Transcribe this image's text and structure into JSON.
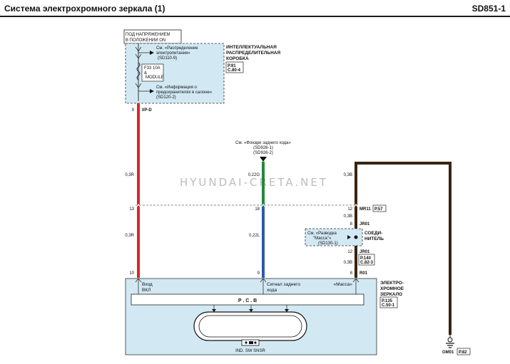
{
  "header": {
    "title": "Система электрохромного зеркала (1)",
    "code": "SD851-1"
  },
  "power_label": [
    "ПОД НАПРЯЖЕНИЕМ",
    "В ПОЛОЖЕНИИ ON"
  ],
  "junction_box": {
    "name": [
      "ИНТЕЛЛЕКТУАЛЬНАЯ",
      "РАСПРЕДЕЛИТЕЛЬНАЯ",
      "КОРОБКА"
    ],
    "ref": [
      "P.91",
      "C.80-4"
    ],
    "see_power": [
      "См. «Распределение",
      "электропитания»",
      "(SD110-9)"
    ],
    "fuse": [
      "F33 10A",
      "&",
      "MODULE"
    ],
    "see_fuse": [
      "См. «Информация о",
      "предохранителях в салоне»",
      "(SD120-2)"
    ]
  },
  "lamps_ref": [
    "См. «Фонари заднего хода»",
    "(SD926-1)",
    "(SD926-2)"
  ],
  "watermark": "HYUNDAI-CRETA.NET",
  "wires": {
    "red_top": {
      "pin": "9",
      "connector": "I/P-D",
      "size": "0,3R"
    },
    "red_bottom": {
      "size": "0,3R",
      "pin": "10"
    },
    "green": {
      "size": "0,22G"
    },
    "blue": {
      "size": "0,22L",
      "pin": "9"
    },
    "brown_top": {
      "size": "0,3B"
    },
    "junction_pins": {
      "left": "13",
      "middle": "18",
      "right": "12"
    },
    "mr11": {
      "name": "MR11",
      "ref": "P.57"
    },
    "brown_b1": "0,3B",
    "jr01_upper": {
      "pin": "8",
      "name": "JR01"
    },
    "ground_box": [
      "См. «Разводка",
      "\"Масса\"»",
      "(SD130-1)"
    ],
    "splice": [
      "СОЕДИ-",
      "НИТЕЛЬ"
    ],
    "jr01_lower": {
      "pin": "12",
      "name": "JR01",
      "ref": [
        "P.140",
        "C.82-3"
      ]
    },
    "brown_b2": "0,3B",
    "r01": {
      "pin": "8",
      "name": "R01"
    }
  },
  "mirror": {
    "name": [
      "ЭЛЕКТРО-",
      "ХРОМНОЕ",
      "ЗЕРКАЛО"
    ],
    "ref": [
      "P.135",
      "C.50-1"
    ],
    "input_label": [
      "Вход",
      "ВКЛ"
    ],
    "signal_label": [
      "Сигнал заднего",
      "хода"
    ],
    "ground_label": "«Масса»",
    "pcb": "P . C . B",
    "bottom_labels": "IND. SW  SNSR"
  },
  "ground": {
    "name": "GM01",
    "ref": "P.82"
  },
  "colors": {
    "red_wire": "#d8262c",
    "green_wire": "#1f8a3d",
    "blue_wire": "#2e5aa8",
    "brown_wire": "#3a2410",
    "box_fill": "#d2e9f4",
    "header_line": "#1a1a1a"
  }
}
